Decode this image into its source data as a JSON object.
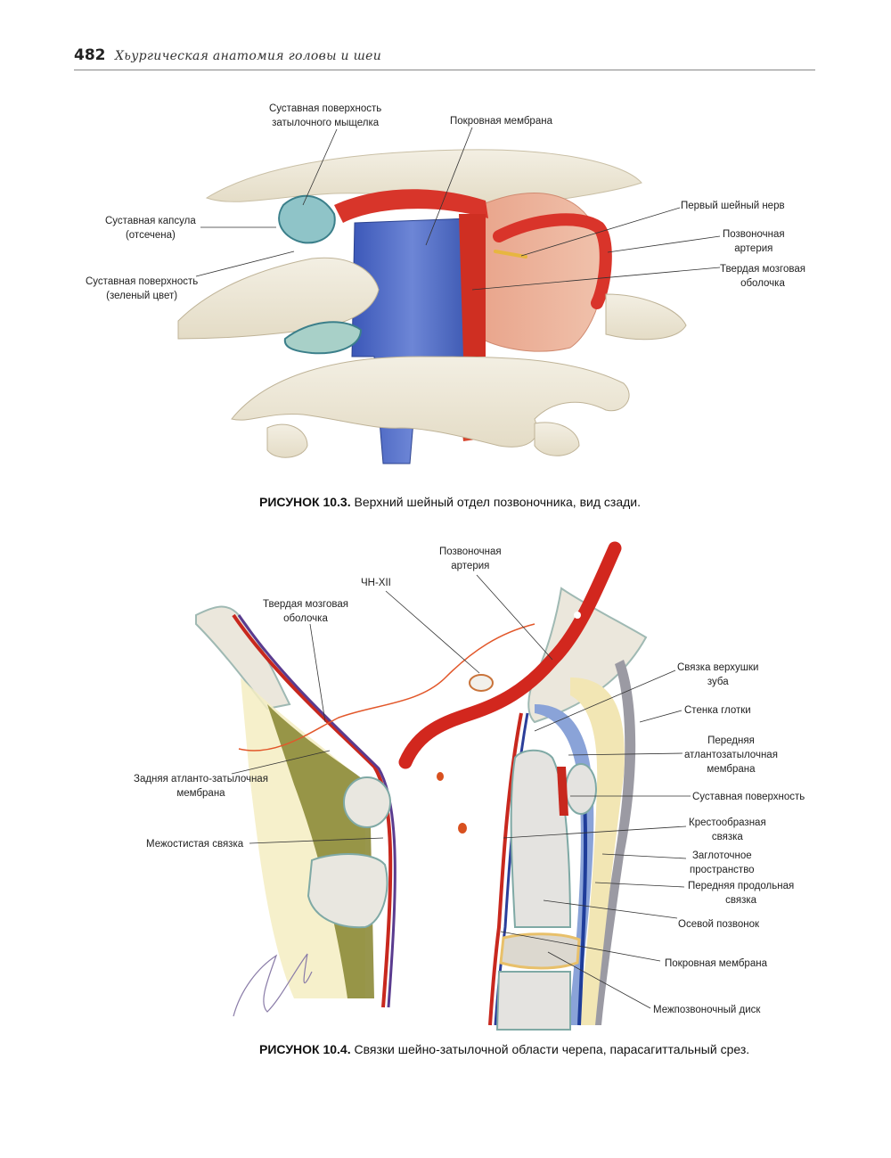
{
  "header": {
    "page_number": "482",
    "running_title": "Хьургическая анатомия головы и шеи"
  },
  "figure1": {
    "labels": {
      "condyle_surface_1": "Суставная поверхность",
      "condyle_surface_2": "затылочного мыщелка",
      "tectorial": "Покровная мембрана",
      "capsule_1": "Суставная капсула",
      "capsule_2": "(отсечена)",
      "joint_surface_1": "Суставная поверхность",
      "joint_surface_2": "(зеленый цвет)",
      "first_nerve": "Первый шейный нерв",
      "vert_artery_1": "Позвоночная",
      "vert_artery_2": "артерия",
      "dura_1": "Твердая мозговая",
      "dura_2": "оболочка"
    },
    "caption_bold": "РИСУНОК 10.3.",
    "caption_text": " Верхний шейный отдел позвоночника, вид сзади."
  },
  "figure2": {
    "labels": {
      "vert_artery_1": "Позвоночная",
      "vert_artery_2": "артерия",
      "cn12": "ЧН-XII",
      "dura_1": "Твердая мозговая",
      "dura_2": "оболочка",
      "apical_1": "Связка верхушки",
      "apical_2": "зуба",
      "pharynx_wall": "Стенка глотки",
      "ant_ao_1": "Передняя",
      "ant_ao_2": "атлантозатылочная",
      "ant_ao_3": "мембрана",
      "post_ao_1": "Задняя атланто-затылочная",
      "post_ao_2": "мембрана",
      "joint_surface": "Суставная поверхность",
      "cruciform_1": "Крестообразная",
      "cruciform_2": "связка",
      "interspinous": "Межостистая связка",
      "retropharyngeal_1": "Заглоточное",
      "retropharyngeal_2": "пространство",
      "all_1": "Передняя продольная",
      "all_2": "связка",
      "axis": "Осевой позвонок",
      "tectorial": "Покровная мембрана",
      "disc": "Межпозвоночный диск"
    },
    "caption_bold": "РИСУНОК 10.4.",
    "caption_text": " Связки шейно-затылочной области черепа, парасагиттальный срез."
  }
}
